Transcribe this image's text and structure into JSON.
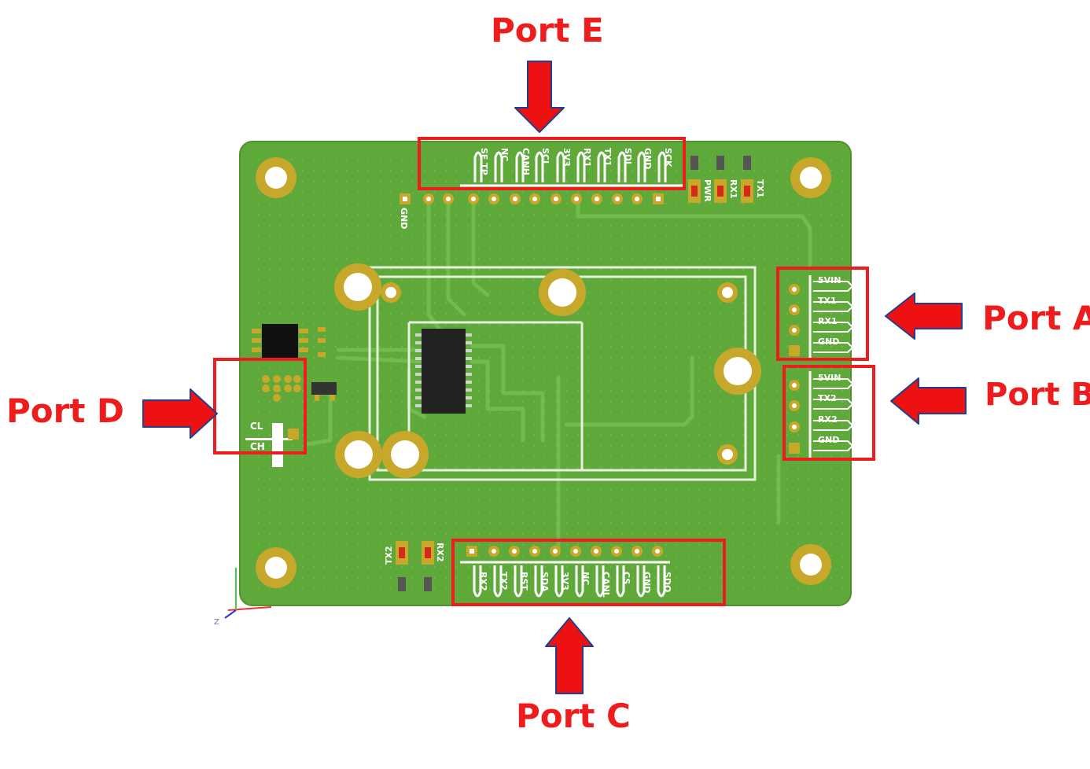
{
  "ports": {
    "e": "Port E",
    "a": "Port A",
    "b": "Port B",
    "c": "Port C",
    "d": "Port D"
  },
  "header_top": {
    "pins": [
      "SF TP",
      "NC",
      "CANH",
      "SCL",
      "3V3",
      "RX1",
      "TX1",
      "SDI",
      "GND",
      "SCK"
    ]
  },
  "header_bottom": {
    "pins": [
      "RX2",
      "TX2",
      "RST",
      "SDA",
      "3V3",
      "NC",
      "CANL",
      "CS",
      "GND",
      "SDO"
    ]
  },
  "connector_a": {
    "pins": [
      "5VIN",
      "TX1",
      "RX1",
      "GND"
    ]
  },
  "connector_b": {
    "pins": [
      "5VIN",
      "TX2",
      "RX2",
      "GND"
    ]
  },
  "leds_top": [
    "PWR",
    "RX1",
    "TX1"
  ],
  "leds_bottom": [
    "TX2",
    "RX2"
  ],
  "gnd_label": "GND",
  "port_d_pins": [
    "CL",
    "CH"
  ],
  "axis": {
    "z": "Z"
  },
  "colors": {
    "board": "#5fa83a",
    "pad": "#c8a82a",
    "highlight": "#ee1c1c",
    "arrow_fill": "#ee1111",
    "arrow_edge": "#1f3f8f"
  }
}
